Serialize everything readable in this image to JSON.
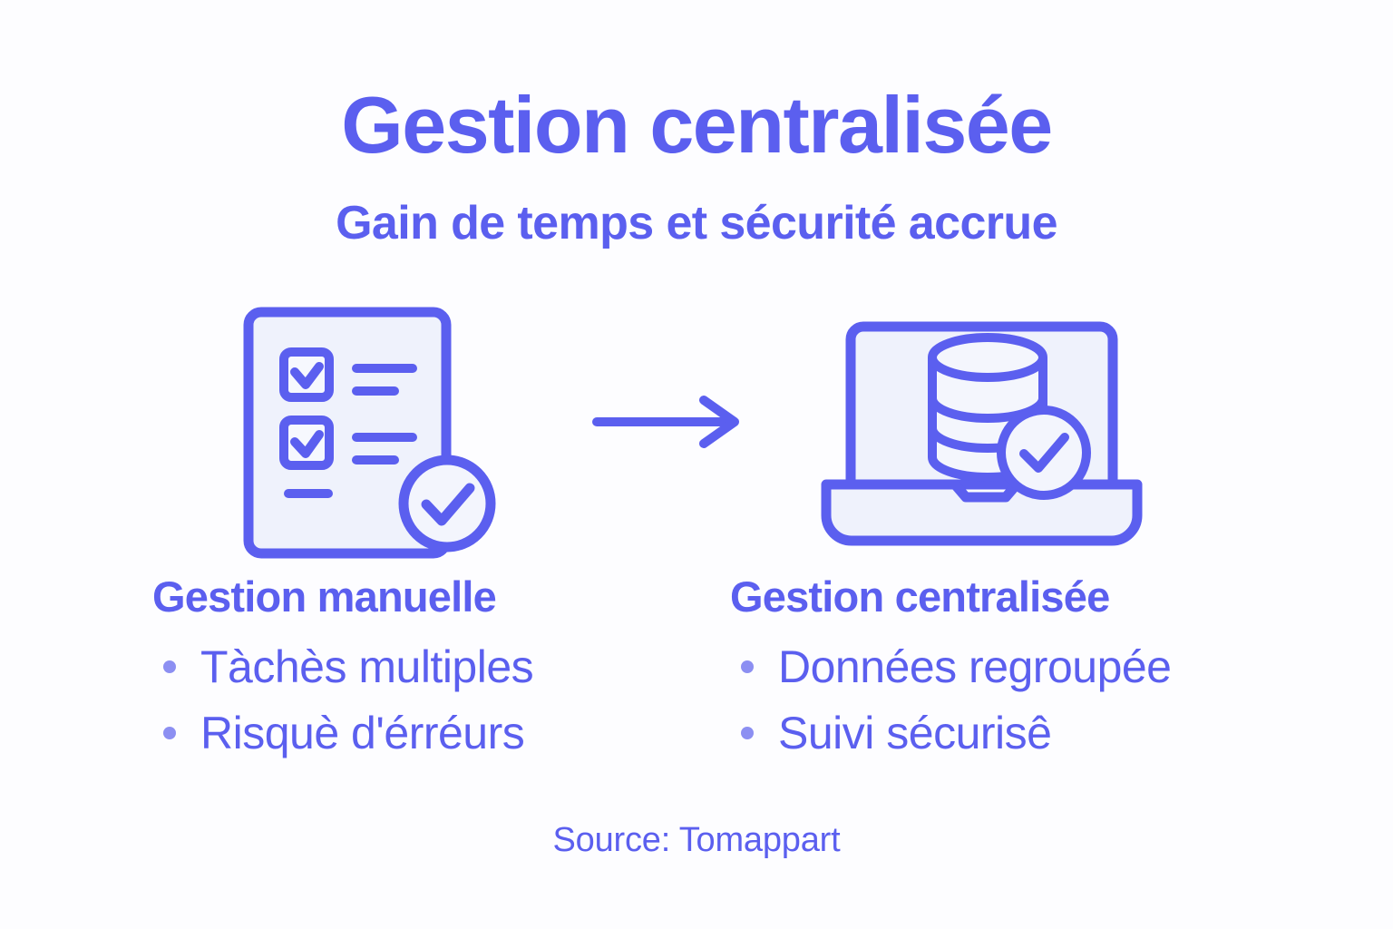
{
  "header": {
    "title": "Gestion centralisée",
    "subtitle": "Gain de temps et sécurité accrue"
  },
  "colors": {
    "accent": "#5B5FEF",
    "accent_light": "#8C8FF2",
    "icon_fill": "#EFF2FC",
    "background": "#FDFDFF"
  },
  "icons": {
    "left": {
      "name": "checklist-document-icon",
      "checkmark_badge": "check-circle-icon"
    },
    "arrow": {
      "name": "arrow-right-icon"
    },
    "right": {
      "name": "laptop-database-icon",
      "checkmark_badge": "check-circle-icon"
    }
  },
  "columns": [
    {
      "heading": "Gestion manuelle",
      "bullets": [
        "Tàchès multiples",
        "Risquè d'érréurs"
      ]
    },
    {
      "heading": "Gestion centralisée",
      "bullets": [
        "Données regroupée",
        "Suivi sécurisê"
      ]
    }
  ],
  "footer": {
    "source": "Source: Tomappart"
  }
}
